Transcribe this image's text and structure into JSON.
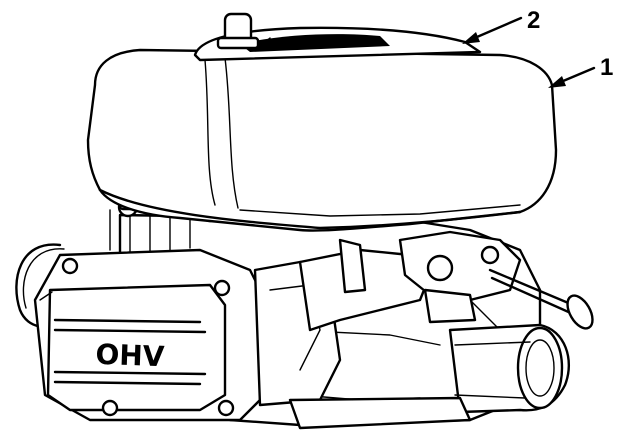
{
  "diagram": {
    "callouts": [
      {
        "id": "1",
        "label": "1"
      },
      {
        "id": "2",
        "label": "2"
      }
    ],
    "valve_cover_text": "OHV"
  }
}
